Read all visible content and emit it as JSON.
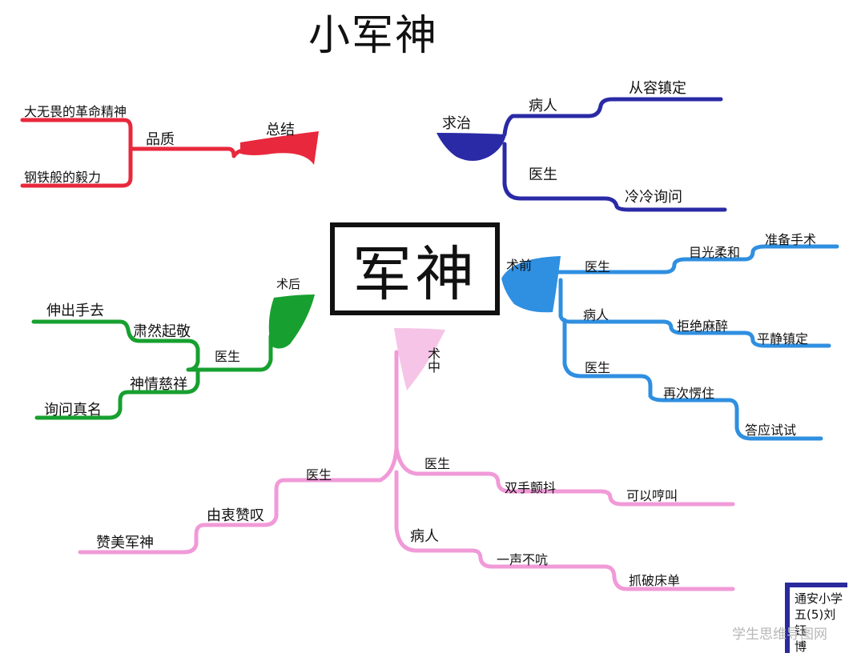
{
  "title": "小军神",
  "center": "军神",
  "branches": {
    "red": {
      "color": "#e8283c",
      "hub": "总结",
      "mid": "品质",
      "leaf_top": "大无畏的革命精神",
      "leaf_bottom": "钢铁般的毅力"
    },
    "navy": {
      "color": "#2a2aa6",
      "hub": "求治",
      "patient": "病人",
      "patient_leaf": "从容镇定",
      "doctor": "医生",
      "doctor_leaf": "冷冷询问"
    },
    "blue": {
      "color": "#2f8fe0",
      "hub": "术前",
      "r1": "医生",
      "r1_mid": "目光柔和",
      "r1_leaf": "准备手术",
      "r2": "病人",
      "r2_mid": "拒绝麻醉",
      "r2_leaf": "平静镇定",
      "r3": "医生",
      "r3_mid": "再次愣住",
      "r3_leaf": "答应试试"
    },
    "green": {
      "color": "#17a02f",
      "hub": "术后",
      "doctor": "医生",
      "mid_top": "肃然起敬",
      "leaf_top": "伸出手去",
      "mid_bottom": "神情慈祥",
      "leaf_bottom": "询问真名"
    },
    "pink": {
      "color": "#f19ad8",
      "hub": "术中",
      "left_doctor": "医生",
      "left_mid": "由衷赞叹",
      "left_leaf": "赞美军神",
      "right_doctor": "医生",
      "right_doctor_mid": "双手颤抖",
      "right_doctor_leaf": "可以哼叫",
      "patient": "病人",
      "patient_mid": "一声不吭",
      "patient_leaf": "抓破床单"
    }
  },
  "author": {
    "school": "通安小学",
    "class": "五(5)刘钰",
    "name": "博"
  },
  "watermark": "学生思维导图网"
}
